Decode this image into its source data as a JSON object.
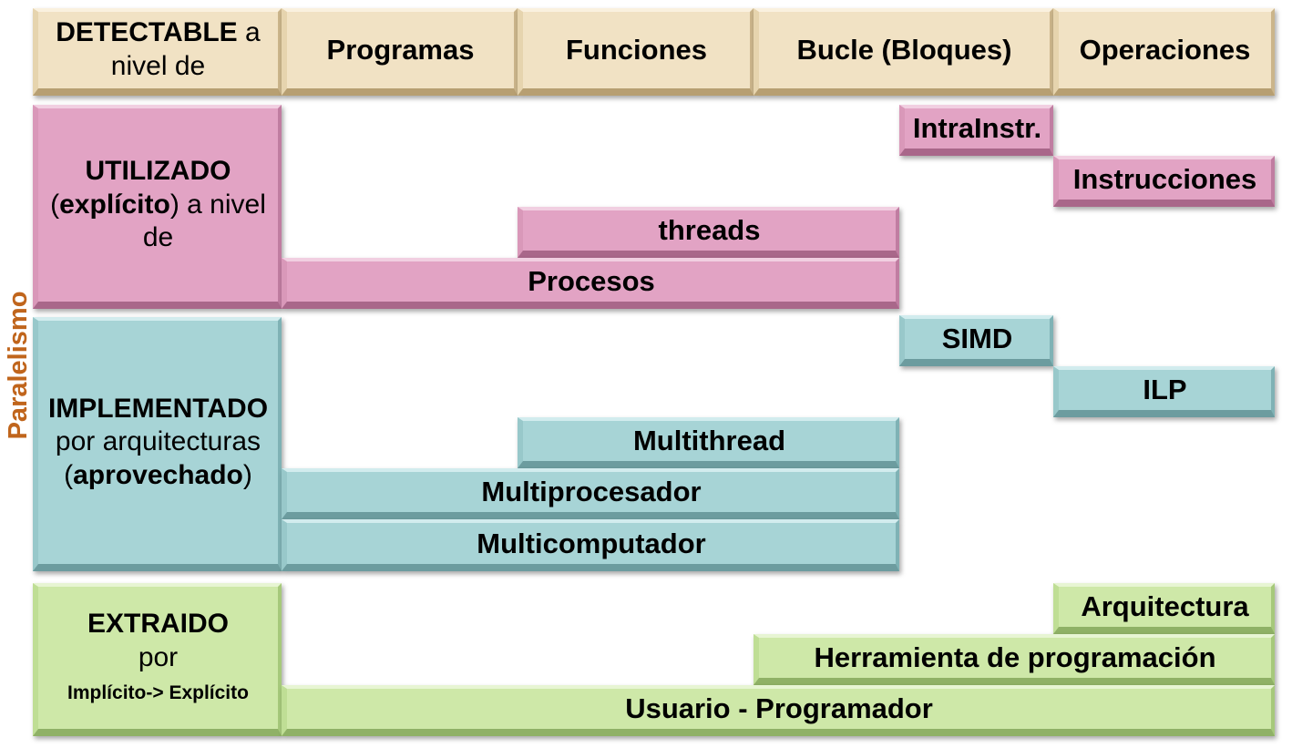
{
  "side_label": "Paralelismo",
  "header": {
    "corner": {
      "bold": "DETECTABLE",
      "rest1": " a",
      "line2": "nivel de"
    },
    "columns": [
      "Programas",
      "Funciones",
      "Bucle (Bloques)",
      "Operaciones"
    ]
  },
  "utilizado": {
    "title": "UTILIZADO",
    "line2_open": "(",
    "line2_bold": "explícito",
    "line2_rest": ") a nivel",
    "line3": "de",
    "items": {
      "intrainstr": "IntraInstr.",
      "instrucciones": "Instrucciones",
      "threads": "threads",
      "procesos": "Procesos"
    }
  },
  "implementado": {
    "title": "IMPLEMENTADO",
    "line2": "por arquitecturas",
    "line3_open": "(",
    "line3_bold": "aprovechado",
    "line3_close": ")",
    "items": {
      "simd": "SIMD",
      "ilp": "ILP",
      "multithread": "Multithread",
      "multiprocesador": "Multiprocesador",
      "multicomputador": "Multicomputador"
    }
  },
  "extraido": {
    "title": "EXTRAIDO",
    "line2": "por",
    "line3": "Implícito-> Explícito",
    "items": {
      "arquitectura": "Arquitectura",
      "herramienta": "Herramienta de programación",
      "usuario": "Usuario - Programador"
    }
  }
}
